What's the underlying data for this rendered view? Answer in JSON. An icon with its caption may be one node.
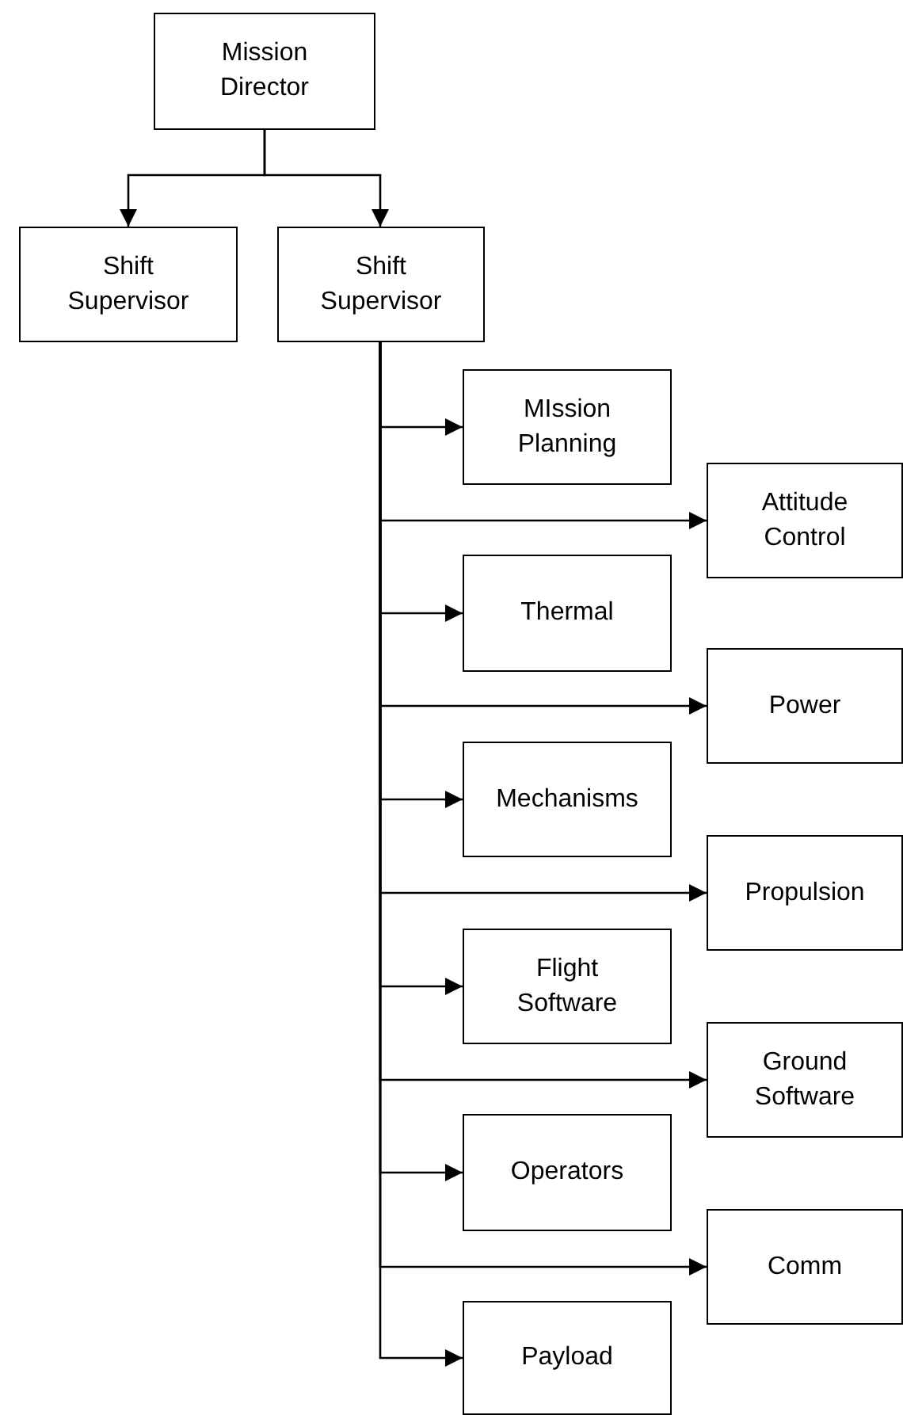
{
  "diagram": {
    "nodes": [
      {
        "text": [
          "Mission Director"
        ]
      },
      {
        "text": [
          "Shift Supervisor"
        ]
      },
      {
        "text": [
          "Shift Supervisor"
        ]
      },
      {
        "text": [
          "MIssion Planning"
        ]
      },
      {
        "text": [
          "Attitude Control"
        ]
      },
      {
        "text": [
          "Thermal"
        ]
      },
      {
        "text": [
          "Power"
        ]
      },
      {
        "text": [
          "Mechanisms"
        ]
      },
      {
        "text": [
          "Propulsion"
        ]
      },
      {
        "text": [
          "Flight Software"
        ]
      },
      {
        "text": [
          "Ground Software"
        ]
      },
      {
        "text": [
          "Operators"
        ]
      },
      {
        "text": [
          "Comm"
        ]
      },
      {
        "text": [
          "Payload"
        ]
      }
    ],
    "edges": [
      {
        "from": 0,
        "to": 1,
        "arrow": "to"
      },
      {
        "from": 0,
        "to": 2,
        "arrow": "to"
      },
      {
        "from": 2,
        "to": 3,
        "arrow": "to"
      },
      {
        "from": 2,
        "to": 4,
        "arrow": "to"
      },
      {
        "from": 2,
        "to": 5,
        "arrow": "to"
      },
      {
        "from": 2,
        "to": 6,
        "arrow": "to"
      },
      {
        "from": 2,
        "to": 7,
        "arrow": "to"
      },
      {
        "from": 2,
        "to": 8,
        "arrow": "to"
      },
      {
        "from": 2,
        "to": 9,
        "arrow": "to"
      },
      {
        "from": 2,
        "to": 10,
        "arrow": "to"
      },
      {
        "from": 2,
        "to": 11,
        "arrow": "to"
      },
      {
        "from": 2,
        "to": 12,
        "arrow": "to"
      },
      {
        "from": 2,
        "to": 13,
        "arrow": "to"
      }
    ]
  }
}
